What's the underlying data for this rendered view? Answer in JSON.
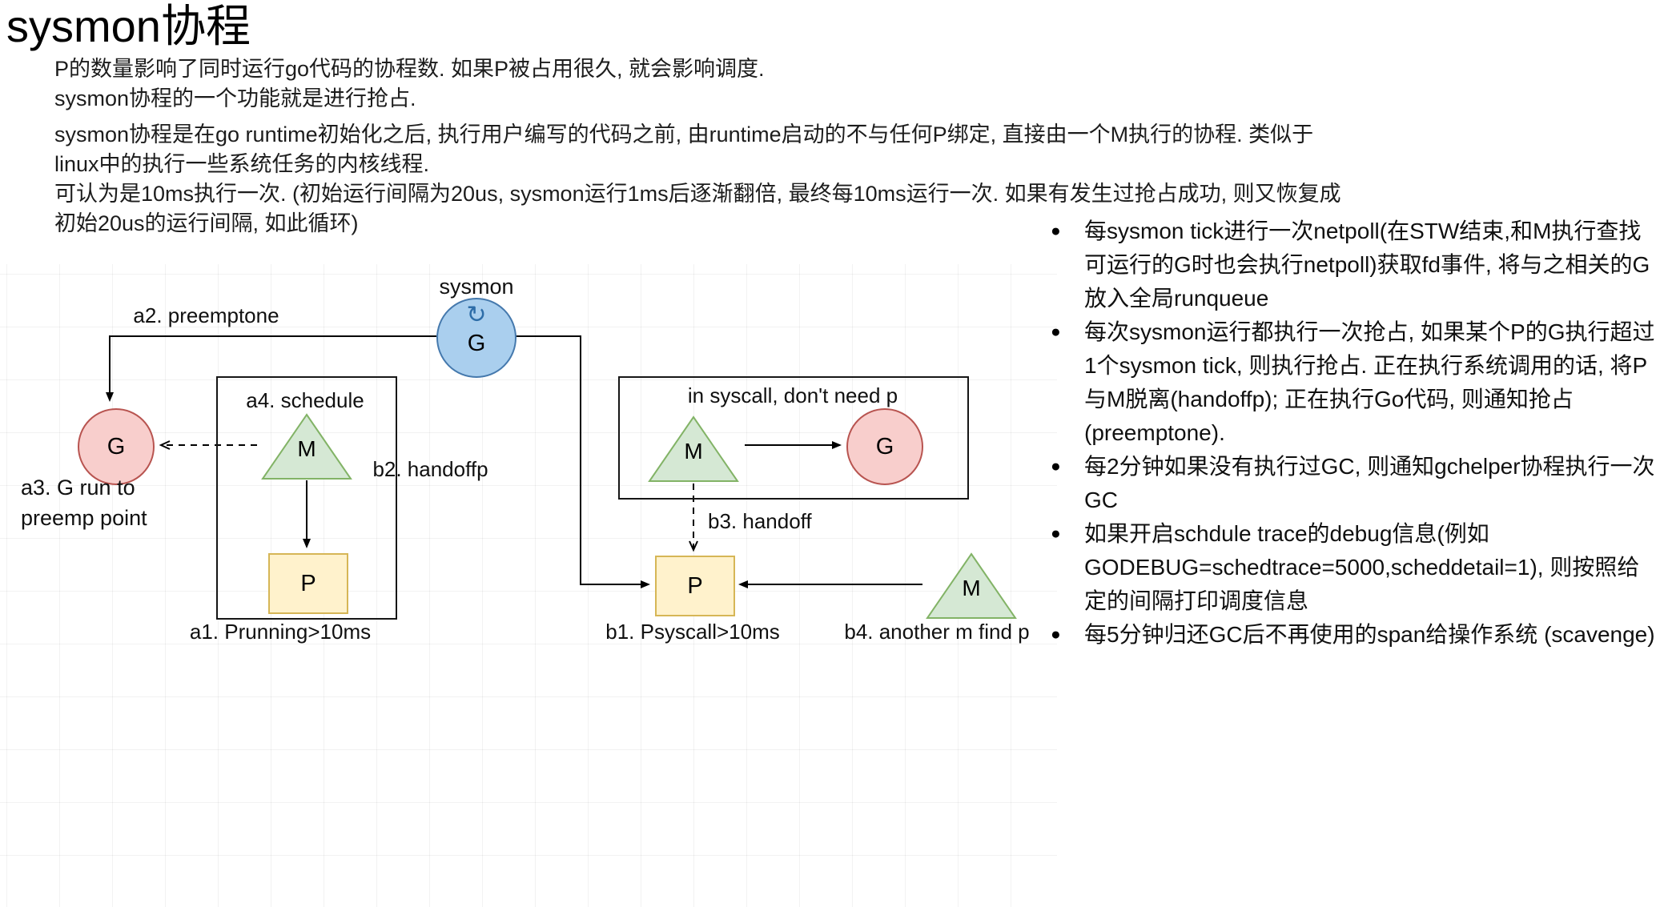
{
  "page": {
    "title": "sysmon协程"
  },
  "icons": {
    "loop_arrow": "↻",
    "bullet": "●"
  },
  "intro": {
    "para1_lines": [
      "P的数量影响了同时运行go代码的协程数. 如果P被占用很久, 就会影响调度.",
      "sysmon协程的一个功能就是进行抢占."
    ],
    "para2_lines": [
      "sysmon协程是在go runtime初始化之后, 执行用户编写的代码之前, 由runtime启动的不与任何P绑定, 直接由一个M执行的协程. 类似于",
      "linux中的执行一些系统任务的内核线程.",
      "可认为是10ms执行一次. (初始运行间隔为20us, sysmon运行1ms后逐渐翻倍, 最终每10ms运行一次. 如果有发生过抢占成功, 则又恢复成",
      "初始20us的运行间隔, 如此循环)"
    ]
  },
  "diagram": {
    "sysmon_label": "sysmon",
    "nodes": {
      "sysmon_g": "G",
      "g_preempt": "G",
      "m_running": "M",
      "p_running": "P",
      "m_syscall": "M",
      "g_syscall": "G",
      "p_syscall": "P",
      "m_another": "M"
    },
    "labels": {
      "a1": "a1. Prunning>10ms",
      "a2": "a2. preemptone",
      "a3_line1": "a3. G run to",
      "a3_line2": "preemp point",
      "a4": "a4. schedule",
      "b1": "b1. Psyscall>10ms",
      "b2": "b2. handoffp",
      "b3": "b3. handoff",
      "b4": "b4. another m find p",
      "box2_title": "in syscall, don't need p"
    },
    "colors": {
      "sysmon_fill": "#aacfee",
      "sysmon_stroke": "#4579ad",
      "g_fill": "#f8cecc",
      "g_stroke": "#b85450",
      "m_fill": "#d5e8d4",
      "m_stroke": "#82b366",
      "p_fill": "#fff2cc",
      "p_stroke": "#d6b656"
    }
  },
  "notes": {
    "items": [
      "每sysmon tick进行一次netpoll(在STW结束,和M执行查找可运行的G时也会执行netpoll)获取fd事件, 将与之相关的G放入全局runqueue",
      "每次sysmon运行都执行一次抢占, 如果某个P的G执行超过1个sysmon tick, 则执行抢占. 正在执行系统调用的话, 将P与M脱离(handoffp); 正在执行Go代码, 则通知抢占(preemptone).",
      "每2分钟如果没有执行过GC, 则通知gchelper协程执行一次GC",
      "如果开启schdule trace的debug信息(例如 GODEBUG=schedtrace=5000,scheddetail=1), 则按照给定的间隔打印调度信息",
      "每5分钟归还GC后不再使用的span给操作系统 (scavenge)"
    ]
  }
}
